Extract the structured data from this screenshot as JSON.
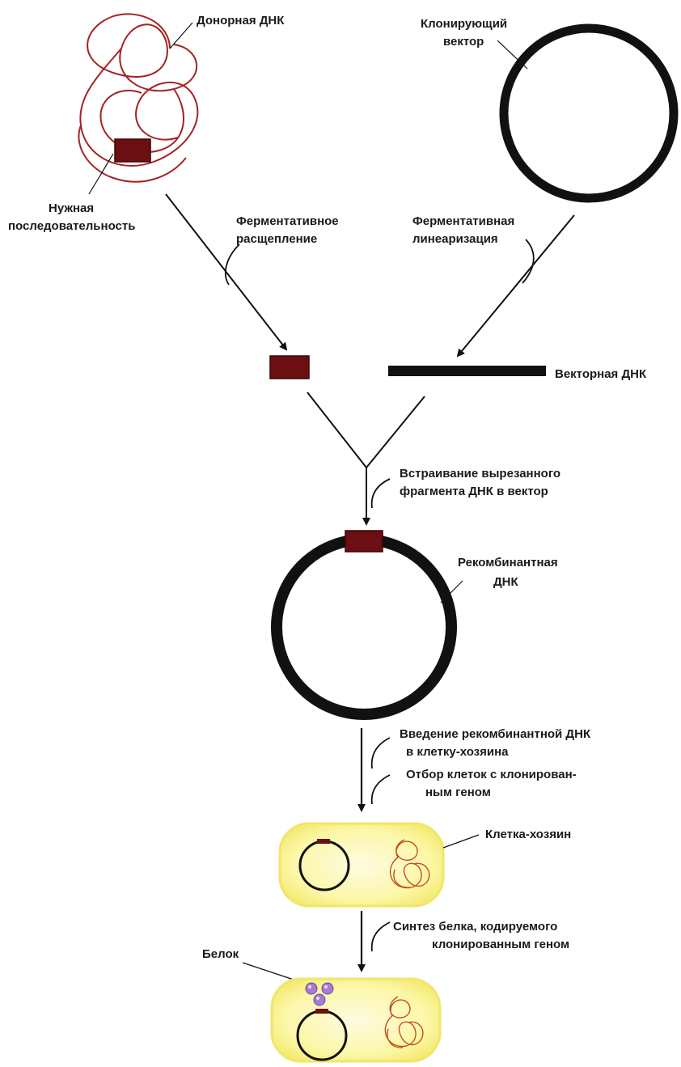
{
  "labels": {
    "donor_dna": "Донорная ДНК",
    "target_seq_1": "Нужная",
    "target_seq_2": "последовательность",
    "cloning_vector_1": "Клонирующий",
    "cloning_vector_2": "вектор",
    "enzymatic_cleavage_1": "Ферментативное",
    "enzymatic_cleavage_2": "расщепление",
    "enzymatic_linearization_1": "Ферментативная",
    "enzymatic_linearization_2": "линеаризация",
    "vector_dna": "Векторная ДНК",
    "insertion_1": "Встраивание вырезанного",
    "insertion_2": "фрагмента ДНК в вектор",
    "recombinant_dna_1": "Рекомбинантная",
    "recombinant_dna_2": "ДНК",
    "introduction_1": "Введение рекомбинантной ДНК",
    "introduction_2": "в клетку-хозяина",
    "selection_1": "Отбор клеток с клонирован-",
    "selection_2": "ным геном",
    "host_cell": "Клетка-хозяин",
    "synthesis_1": "Синтез белка, кодируемого",
    "synthesis_2": "клонированным геном",
    "protein": "Белок"
  },
  "colors": {
    "dna_red": "#a32424",
    "insert_fill": "#6b0f12",
    "line_black": "#111111",
    "cell_fill": "#fcf7a8",
    "cell_glow": "#f2ea6a",
    "protein_purple": "#a77ad4",
    "chromosome_orange": "#c2501a"
  }
}
